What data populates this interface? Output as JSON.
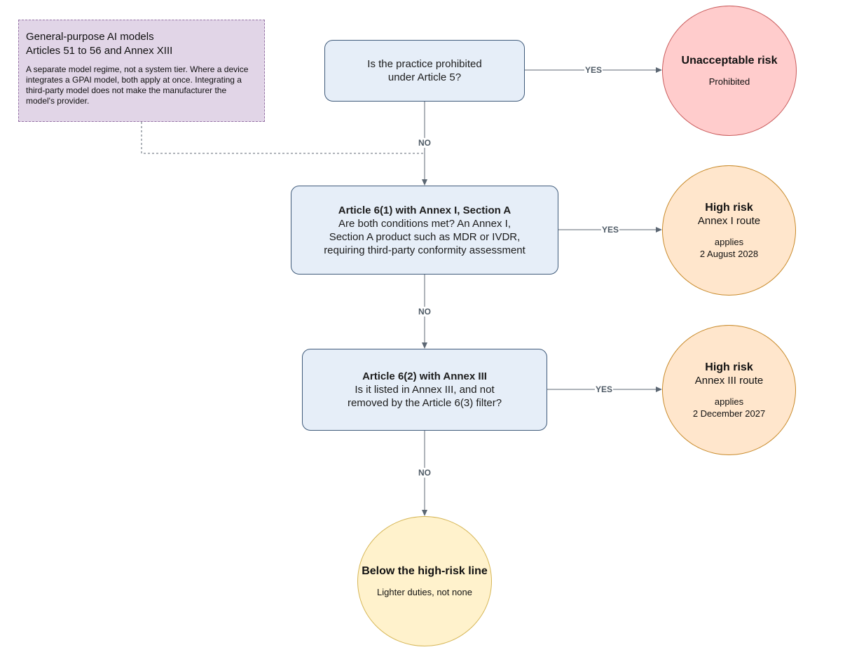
{
  "note": {
    "title_line1": "General-purpose AI models",
    "title_line2": "Articles 51 to 56 and Annex XIII",
    "body": "A separate model regime, not a system tier. Where a device integrates a GPAI model, both apply at once. Integrating a third-party model does not make the manufacturer the model's provider."
  },
  "q1": {
    "line1": "Is the practice prohibited",
    "line2": "under Article 5?"
  },
  "q2": {
    "title": "Article 6(1) with Annex I, Section A",
    "line1": "Are both conditions met? An Annex I,",
    "line2": "Section A product such as MDR or IVDR,",
    "line3": "requiring third-party conformity assessment"
  },
  "q3": {
    "title": "Article 6(2) with Annex III",
    "line1": "Is it listed in Annex III, and not",
    "line2": "removed by the Article 6(3) filter?"
  },
  "outcomes": {
    "unacceptable": {
      "title": "Unacceptable risk",
      "sub": "Prohibited"
    },
    "high1": {
      "title": "High risk",
      "route": "Annex I route",
      "applies": "applies",
      "date": "2 August 2028"
    },
    "high3": {
      "title": "High risk",
      "route": "Annex III route",
      "applies": "applies",
      "date": "2 December 2027"
    },
    "below": {
      "title": "Below the high-risk line",
      "sub": "Lighter duties, not none"
    }
  },
  "edges": {
    "yes": "YES",
    "no": "NO"
  },
  "colors": {
    "question_fill": "#e6eef8",
    "question_stroke": "#3f5a7a",
    "unacceptable_fill": "#ffcccc",
    "unacceptable_stroke": "#c95b5b",
    "high_fill": "#ffe6cc",
    "high_stroke": "#c88a2a",
    "below_fill": "#fff2cc",
    "below_stroke": "#d6b656",
    "note_fill": "#e1d5e7",
    "note_stroke": "#9673a6",
    "connector": "#5c6773"
  }
}
